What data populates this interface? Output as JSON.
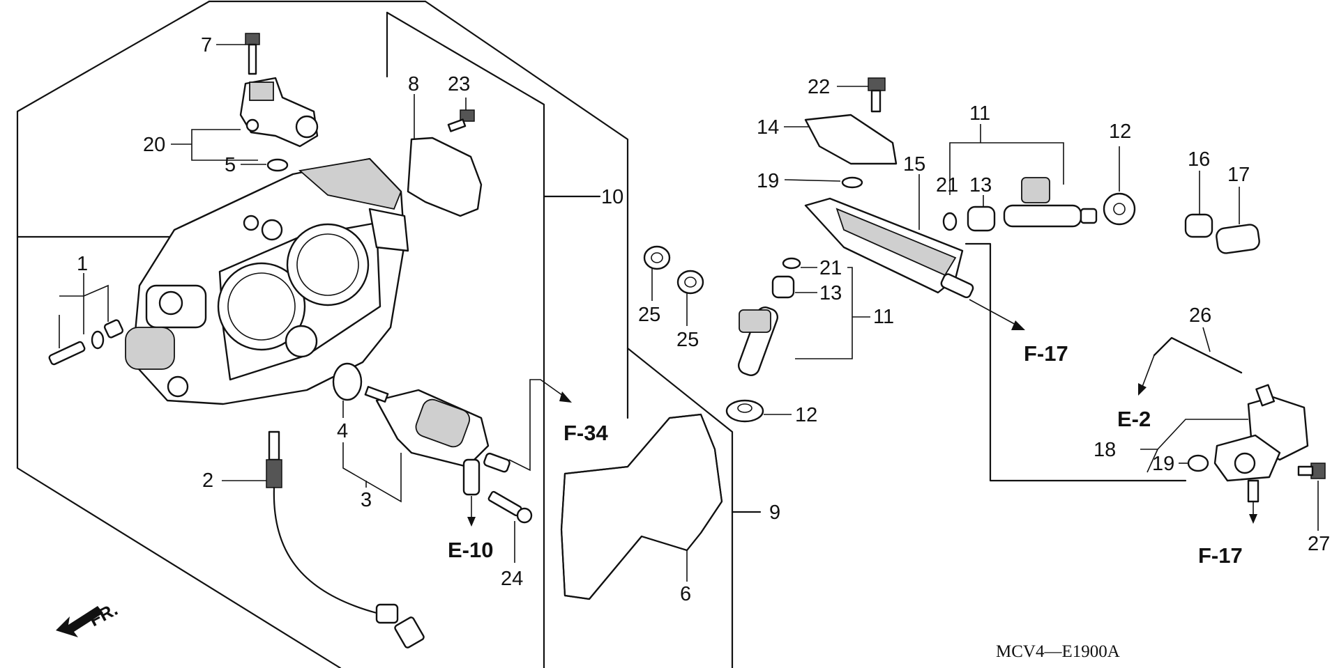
{
  "diagram_code": "MCV4—E1900A",
  "front_indicator": "FR.",
  "part_numbers": {
    "p1": "1",
    "p2": "2",
    "p3": "3",
    "p4": "4",
    "p5": "5",
    "p6": "6",
    "p7": "7",
    "p8": "8",
    "p9": "9",
    "p10": "10",
    "p11a": "11",
    "p11b": "11",
    "p12a": "12",
    "p12b": "12",
    "p13a": "13",
    "p13b": "13",
    "p14": "14",
    "p15": "15",
    "p16": "16",
    "p17": "17",
    "p18": "18",
    "p19a": "19",
    "p19b": "19",
    "p20": "20",
    "p21a": "21",
    "p21b": "21",
    "p22": "22",
    "p23": "23",
    "p24": "24",
    "p25a": "25",
    "p25b": "25",
    "p26": "26",
    "p27": "27"
  },
  "references": {
    "f34": "F-34",
    "e10": "E-10",
    "f17_rail": "F-17",
    "f17_regulator": "F-17",
    "e2": "E-2"
  }
}
